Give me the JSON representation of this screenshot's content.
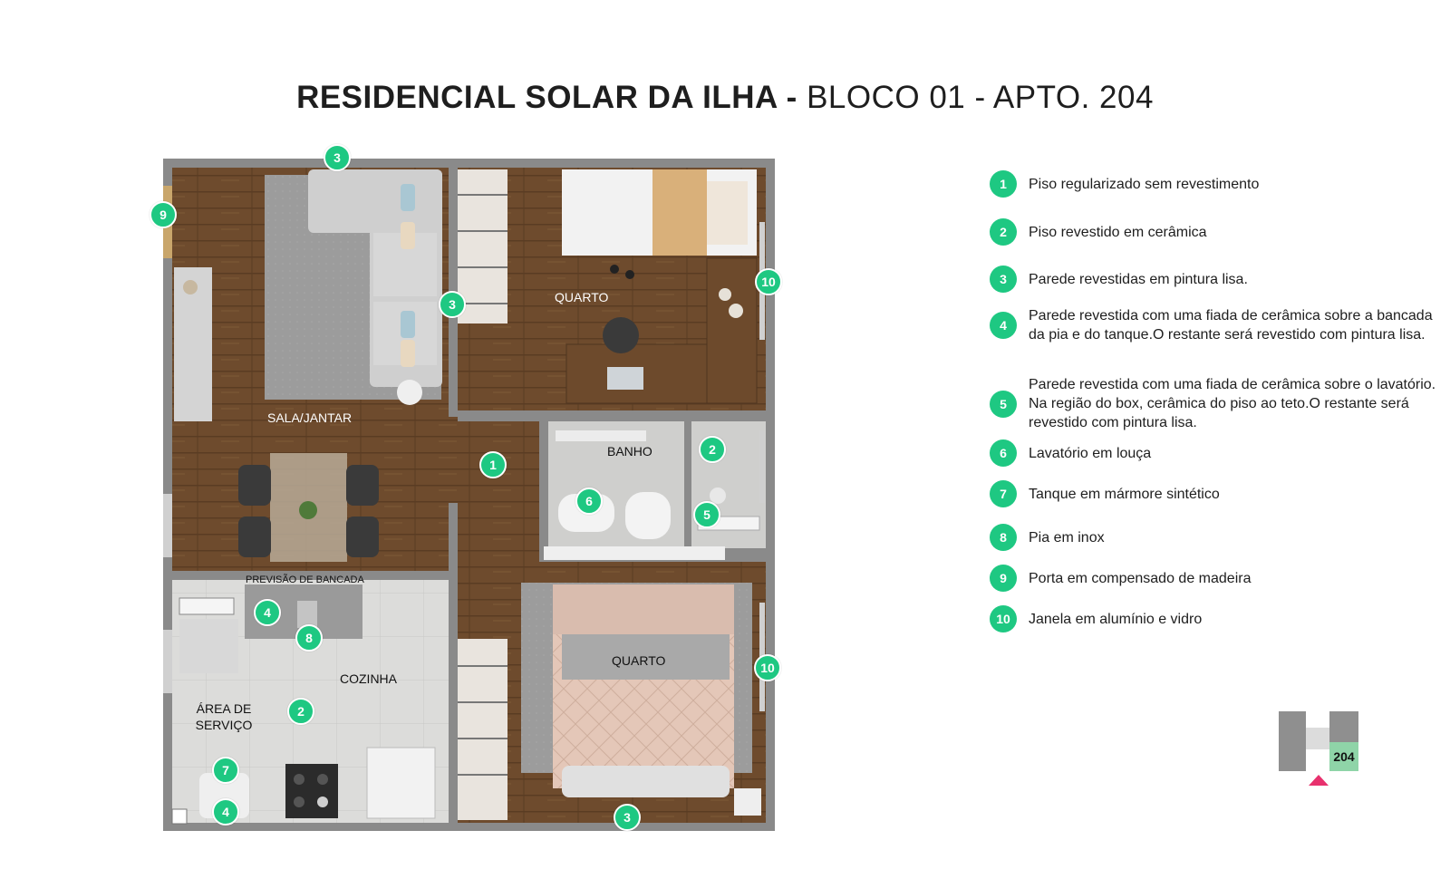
{
  "title": {
    "bold": "RESIDENCIAL SOLAR DA ILHA -",
    "light": " BLOCO 01 - APTO. 204"
  },
  "rooms": {
    "sala_jantar": "SALA/JANTAR",
    "quarto_top": "QUARTO",
    "quarto_bottom": "QUARTO",
    "banho": "BANHO",
    "cozinha": "COZINHA",
    "area_servico_l1": "ÁREA DE",
    "area_servico_l2": "SERVIÇO",
    "bancada": "PREVISÃO DE BANCADA"
  },
  "markers": [
    "3",
    "9",
    "3",
    "10",
    "1",
    "2",
    "6",
    "5",
    "4",
    "8",
    "2",
    "10",
    "7",
    "4",
    "3"
  ],
  "legend": [
    {
      "n": "1",
      "text": "Piso regularizado sem revestimento"
    },
    {
      "n": "2",
      "text": "Piso revestido em cerâmica"
    },
    {
      "n": "3",
      "text": "Parede revestidas em pintura lisa."
    },
    {
      "n": "4",
      "text": "Parede revestida com uma fiada de cerâmica sobre a bancada da pia e do tanque.O restante será revestido com pintura lisa."
    },
    {
      "n": "5",
      "text": "Parede revestida com uma fiada de cerâmica sobre o lavatório. Na região do box, cerâmica do piso ao teto.O restante será revestido com pintura lisa."
    },
    {
      "n": "6",
      "text": "Lavatório em louça"
    },
    {
      "n": "7",
      "text": "Tanque em mármore sintético"
    },
    {
      "n": "8",
      "text": "Pia em inox"
    },
    {
      "n": "9",
      "text": "Porta em compensado de madeira"
    },
    {
      "n": "10",
      "text": "Janela em alumínio e vidro"
    }
  ],
  "keyplan": {
    "apartment": "204"
  },
  "colors": {
    "accent": "#1ec882",
    "wood": "#6b4a2e",
    "wall": "#8c8c8c",
    "tile": "#d9d9d7",
    "pointer": "#e8316e"
  }
}
